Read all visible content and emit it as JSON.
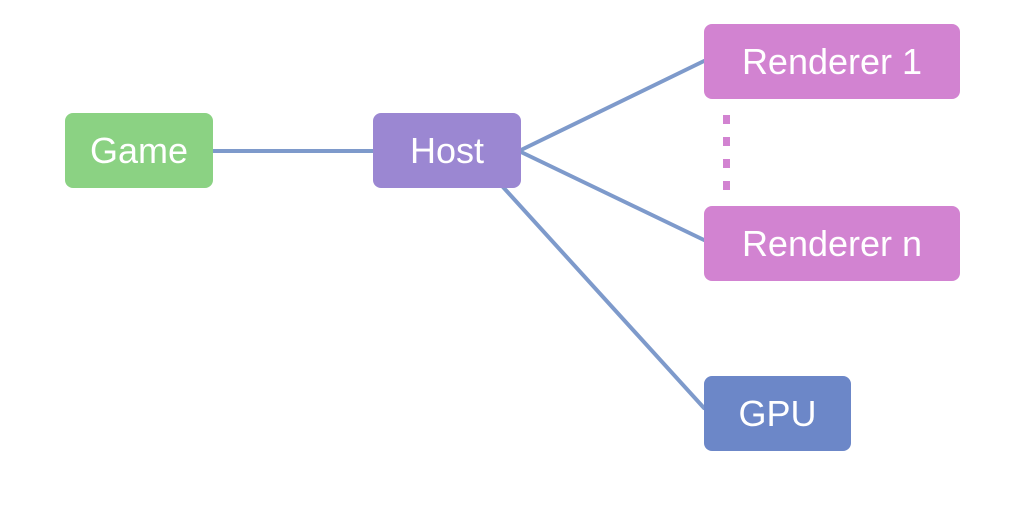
{
  "diagram": {
    "nodes": {
      "game": {
        "label": "Game",
        "color": "#8BD283"
      },
      "host": {
        "label": "Host",
        "color": "#9B87D2"
      },
      "renderer_1": {
        "label": "Renderer 1",
        "color": "#D283D1"
      },
      "renderer_n": {
        "label": "Renderer n",
        "color": "#D283D1"
      },
      "gpu": {
        "label": "GPU",
        "color": "#6C87C8"
      }
    },
    "edges": [
      {
        "from": "game",
        "to": "host"
      },
      {
        "from": "host",
        "to": "renderer_1"
      },
      {
        "from": "host",
        "to": "renderer_n"
      },
      {
        "from": "host",
        "to": "gpu"
      }
    ],
    "edge_color": "#7E9ACB",
    "ellipsis_color": "#D283D1"
  }
}
